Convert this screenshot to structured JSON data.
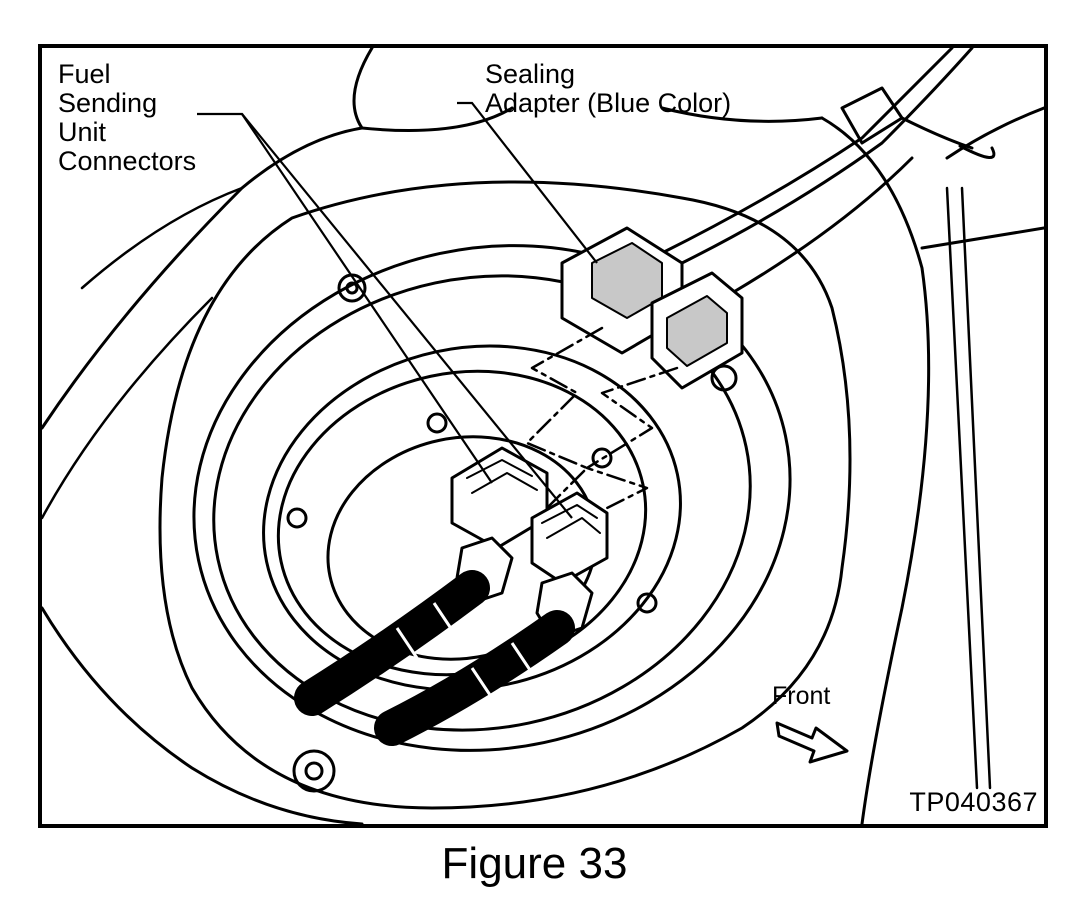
{
  "callouts": {
    "fuel_sending_unit_connectors": "Fuel\nSending\nUnit\nConnectors",
    "sealing_adapter": "Sealing\nAdapter (Blue Color)",
    "front": "Front"
  },
  "drawing_code": "TP040367",
  "caption": "Figure 33",
  "icons": {
    "front_arrow": "hollow-arrow-right-icon"
  },
  "colors": {
    "line": "#000000",
    "connector_fill": "#c8c8c8",
    "background": "#ffffff"
  }
}
